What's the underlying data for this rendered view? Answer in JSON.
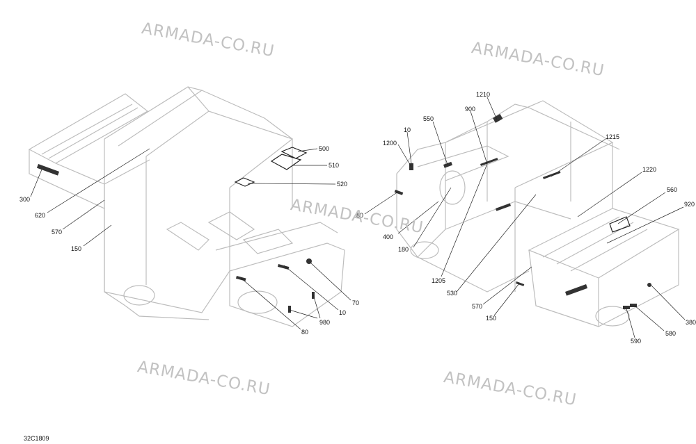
{
  "watermark": "ARMADA-CO.RU",
  "drawing_code": "32C1809",
  "left_callouts": [
    "500",
    "510",
    "520",
    "300",
    "620",
    "570",
    "150",
    "70",
    "10",
    "980",
    "80"
  ],
  "right_callouts": [
    "1210",
    "900",
    "550",
    "10",
    "1200",
    "1215",
    "1220",
    "560",
    "920",
    "80",
    "400",
    "180",
    "1205",
    "530",
    "570",
    "150",
    "380",
    "580",
    "590"
  ]
}
